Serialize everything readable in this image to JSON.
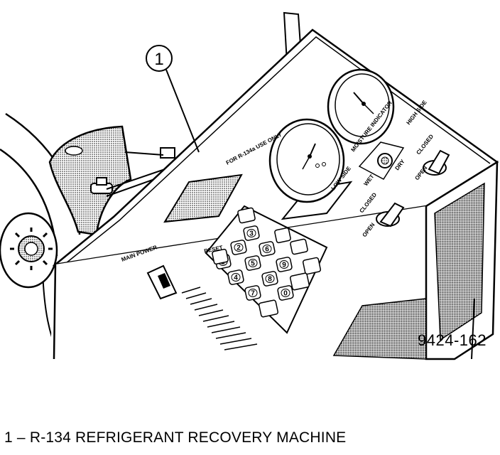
{
  "callout": {
    "number": "1"
  },
  "panel": {
    "for_use_label": "FOR R-134a USE ONLY",
    "main_power_label": "MAIN POWER",
    "low_side_label": "LOW SIDE",
    "high_side_label": "HIGH SIDE",
    "moisture_indicator_label": "MOISTURE INDICATOR",
    "closed_label": "CLOSED",
    "open_label": "OPEN",
    "wet_label": "WET",
    "dry_label": "DRY"
  },
  "keypad": {
    "reset_label": "RESET",
    "keys": [
      "1",
      "2",
      "3",
      "4",
      "5",
      "6",
      "7",
      "8",
      "9",
      "0"
    ]
  },
  "figure": {
    "number": "9424-162"
  },
  "caption": {
    "text": "1 – R-134 REFRIGERANT RECOVERY MACHINE"
  },
  "colors": {
    "ink": "#000000",
    "paper": "#ffffff",
    "shade": "#a8a8a8"
  }
}
